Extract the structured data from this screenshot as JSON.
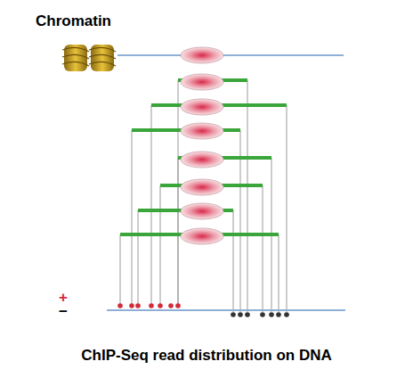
{
  "diagram": {
    "caption": "ChIP-Seq read distribution on DNA",
    "labels": [
      "Chromatin",
      "+",
      "−"
    ]
  }
}
